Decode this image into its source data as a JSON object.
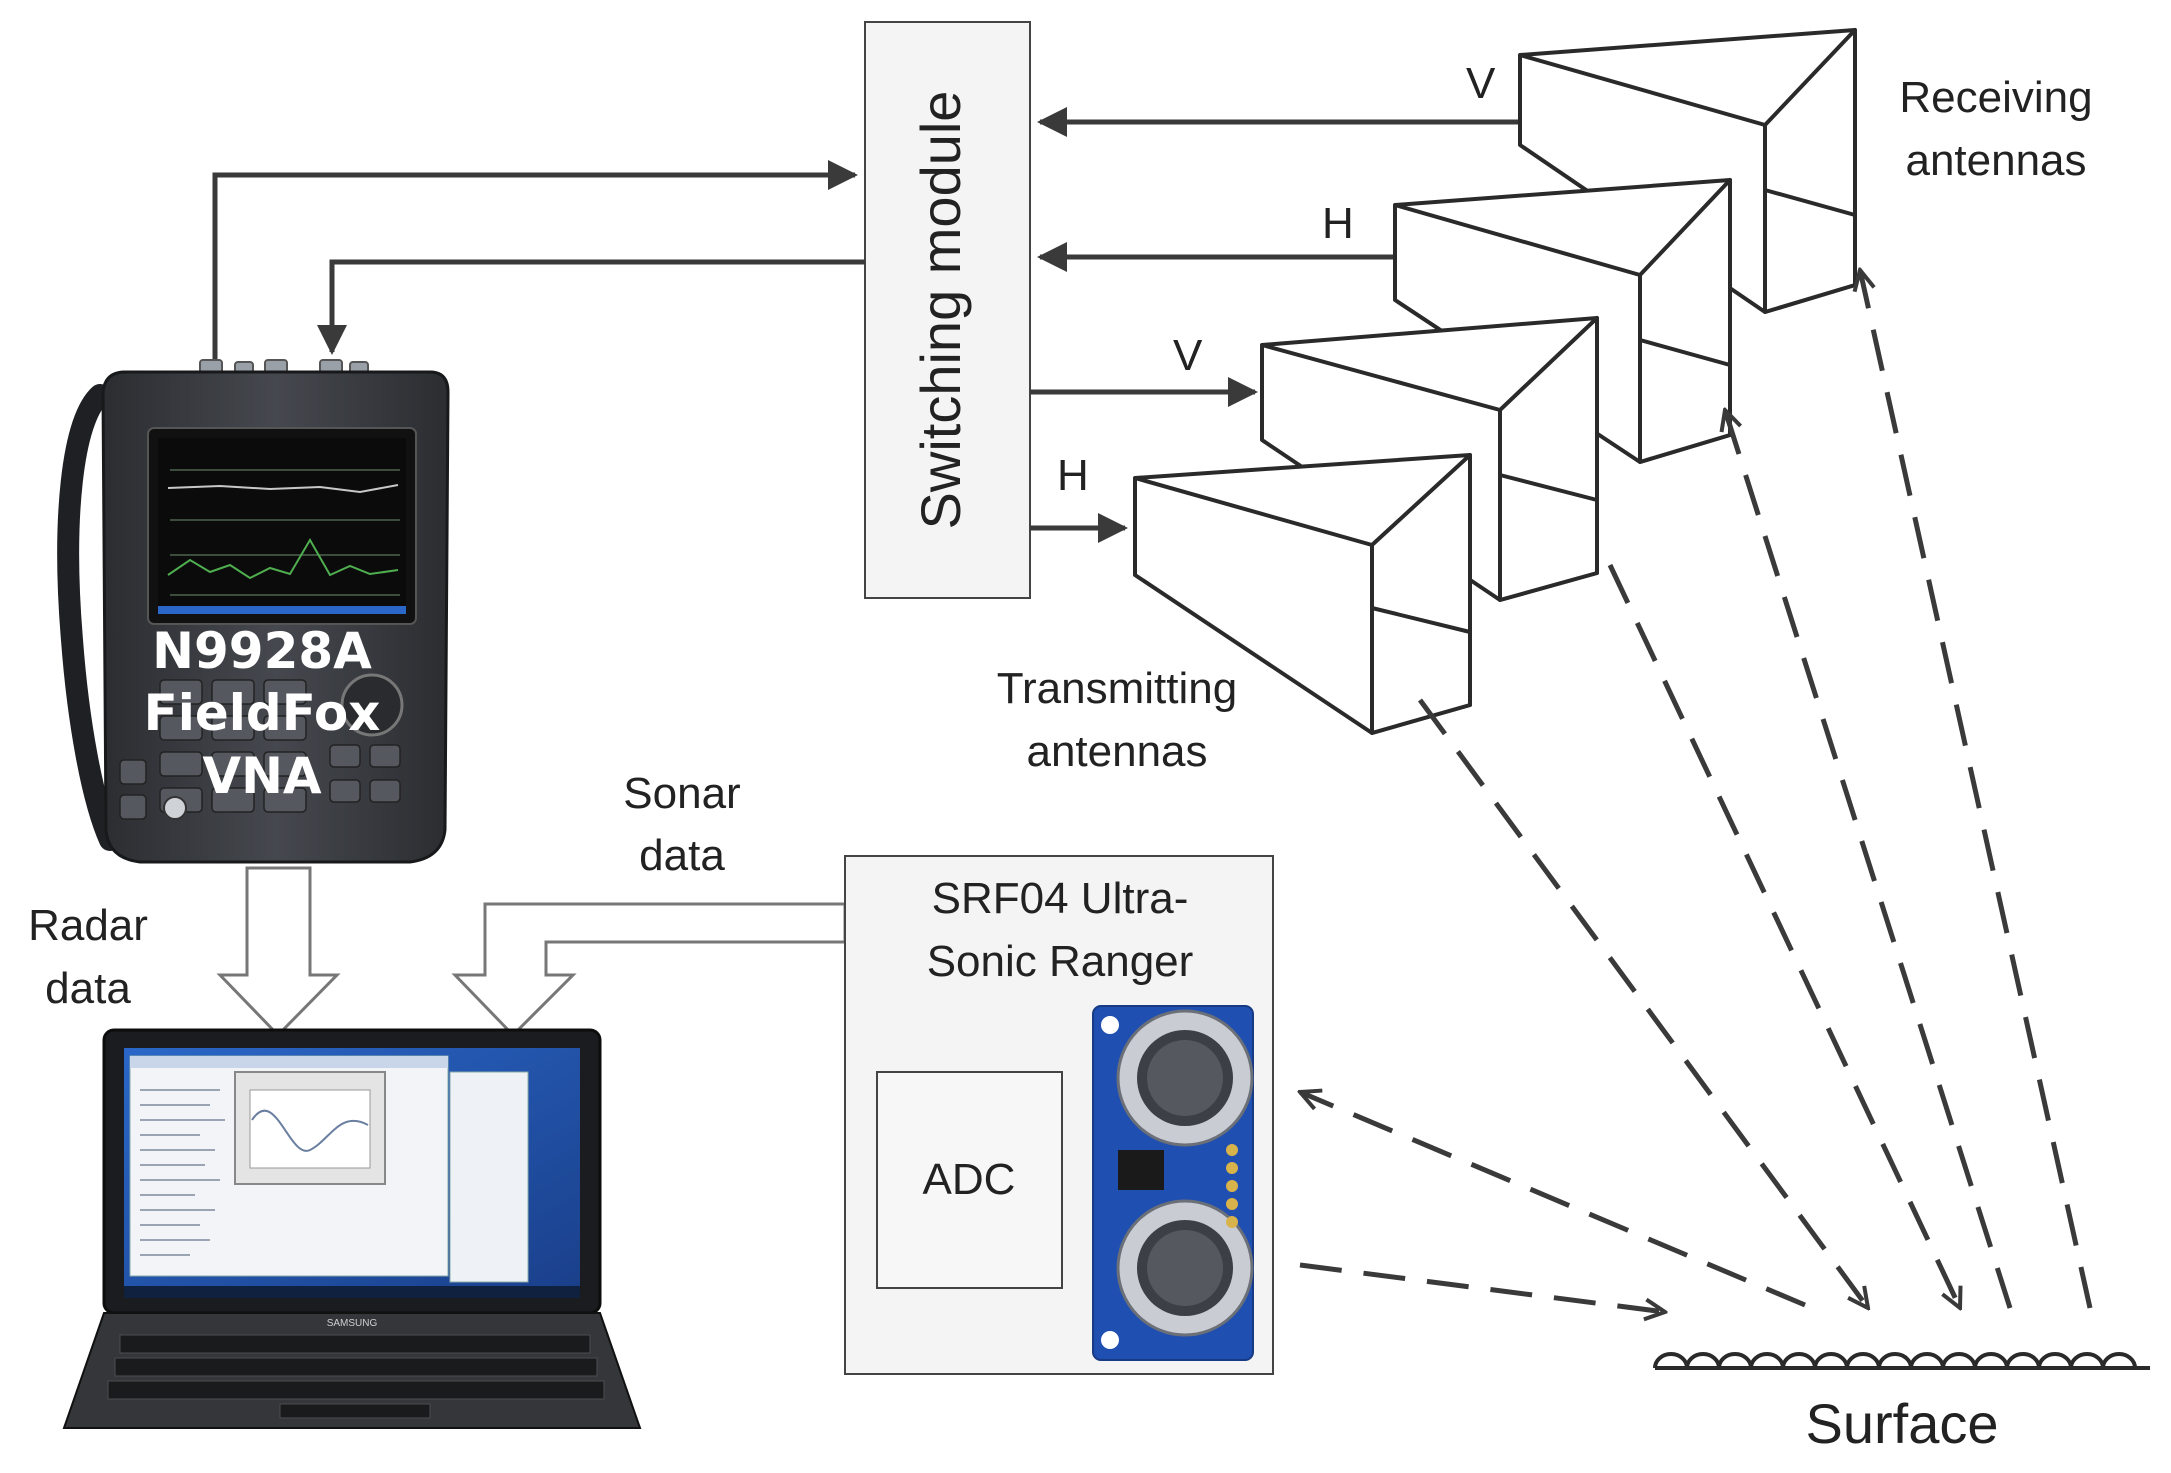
{
  "switching_module": {
    "label": "Switching module"
  },
  "receiving_antennas": {
    "line1": "Receiving",
    "line2": "antennas"
  },
  "transmitting_antennas": {
    "line1": "Transmitting",
    "line2": "antennas"
  },
  "polarizations": {
    "rx_top": "V",
    "rx_bottom": "H",
    "tx_top": "V",
    "tx_bottom": "H"
  },
  "vna": {
    "line1": "N9928A",
    "line2": "FieldFox",
    "line3": "VNA"
  },
  "radar_data": {
    "line1": "Radar",
    "line2": "data"
  },
  "sonar_data": {
    "line1": "Sonar",
    "line2": "data"
  },
  "ranger": {
    "line1": "SRF04 Ultra-",
    "line2": "Sonic Ranger",
    "adc": "ADC"
  },
  "laptop": {
    "brand": "SAMSUNG"
  },
  "surface": {
    "label": "Surface"
  }
}
